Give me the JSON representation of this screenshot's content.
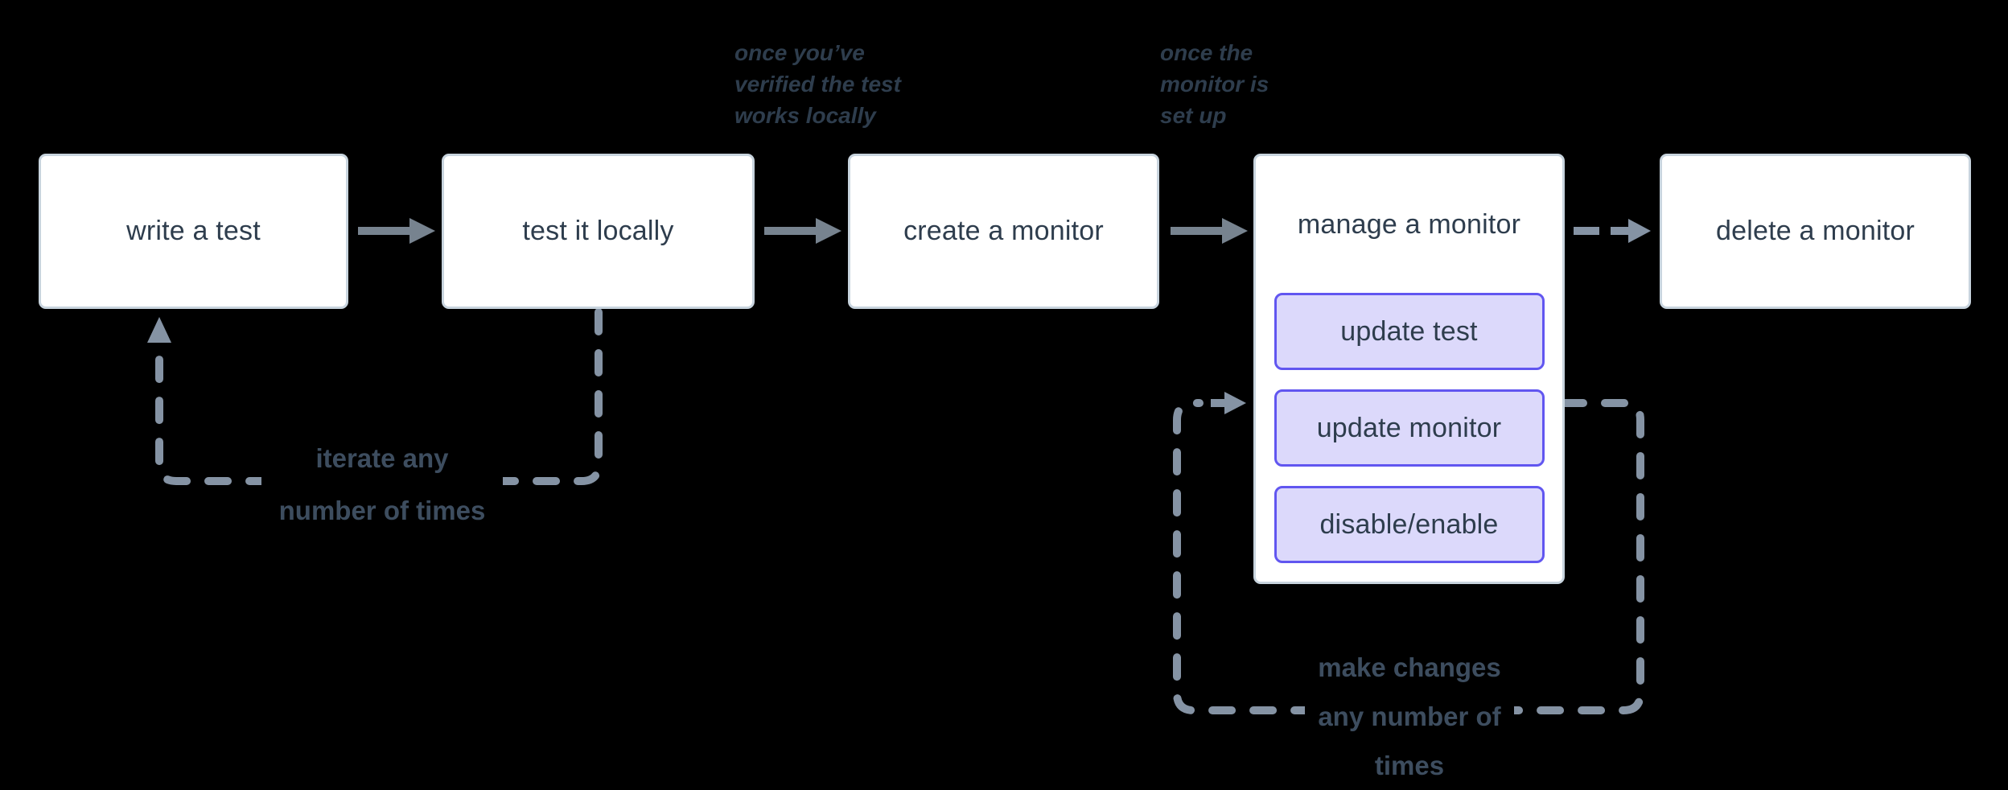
{
  "colors": {
    "background": "#000000",
    "box_fill": "#ffffff",
    "box_border": "#c8d4de",
    "box_text": "#2e3d4d",
    "subbox_fill": "#dcd9fb",
    "subbox_border": "#6156f0",
    "arrow_solid": "#77838f",
    "arrow_dashed": "#8593a4",
    "annotation_text": "#2e3d4d",
    "loop_text": "#3d4d5f"
  },
  "nodes": [
    {
      "label": "write a test"
    },
    {
      "label": "test it locally"
    },
    {
      "label": "create a monitor"
    },
    {
      "label": "manage a monitor",
      "children": [
        {
          "label": "update test"
        },
        {
          "label": "update monitor"
        },
        {
          "label": "disable/enable"
        }
      ]
    },
    {
      "label": "delete a monitor"
    }
  ],
  "annotations": {
    "verify": [
      "once you’ve",
      "verified the test",
      "works locally"
    ],
    "setup": [
      "once the",
      "monitor is",
      "set up"
    ]
  },
  "loops": {
    "iterate": [
      "iterate any",
      "number of times"
    ],
    "changes": [
      "make changes",
      "any number of",
      "times"
    ]
  }
}
